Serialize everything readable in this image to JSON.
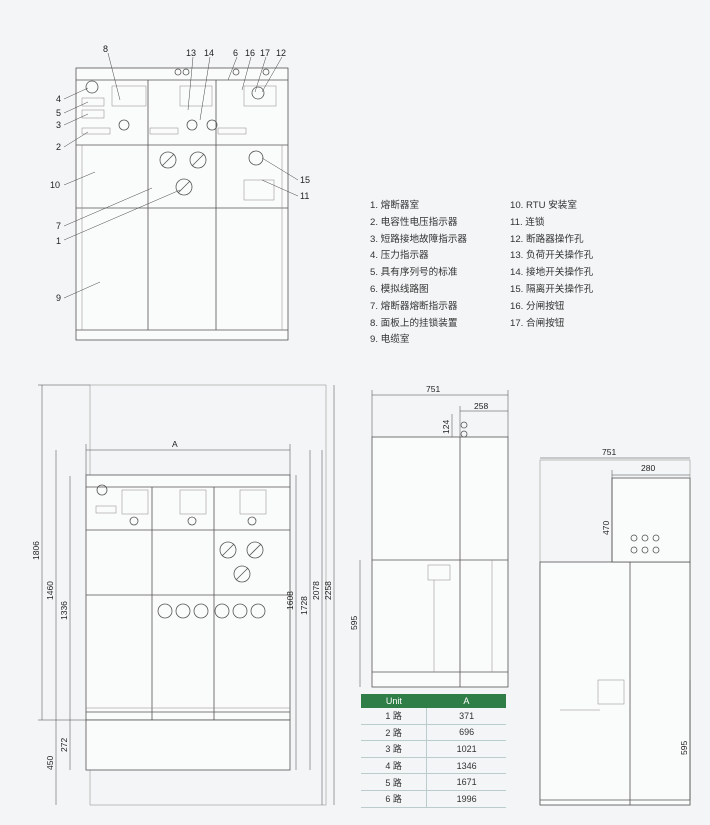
{
  "callouts": {
    "c1": "1",
    "c2": "2",
    "c3": "3",
    "c4": "4",
    "c5": "5",
    "c6": "6",
    "c7": "7",
    "c8": "8",
    "c9": "9",
    "c10": "10",
    "c11": "11",
    "c12": "12",
    "c13": "13",
    "c14": "14",
    "c15": "15",
    "c16": "16",
    "c17": "17"
  },
  "legend": {
    "left": [
      "1. 熔断器室",
      "2. 电容性电压指示器",
      "3. 短路接地故障指示器",
      "4. 压力指示器",
      "5. 具有序列号的标准",
      "6. 模拟线路图",
      "7. 熔断器熔断指示器",
      "8. 面板上的挂锁装置",
      "9. 电缆室"
    ],
    "right": [
      "10. RTU 安装室",
      "11. 连锁",
      "12. 断路器操作孔",
      "13. 负荷开关操作孔",
      "14. 接地开关操作孔",
      "15. 隔离开关操作孔",
      "16. 分闸按钮",
      "17. 合闸按钮"
    ]
  },
  "front_dims": {
    "width_label": "A",
    "d1806": "1806",
    "d1460": "1460",
    "d1336": "1336",
    "d450": "450",
    "d272": "272",
    "d1608": "1608",
    "d1728": "1728",
    "d2078": "2078",
    "d2258": "2258"
  },
  "side1_dims": {
    "d751": "751",
    "d258": "258",
    "d124": "124",
    "d595": "595"
  },
  "side2_dims": {
    "d751": "751",
    "d280": "280",
    "d470": "470",
    "d595": "595"
  },
  "table": {
    "headers": [
      "Unit",
      "A"
    ],
    "rows": [
      [
        "1 路",
        "371"
      ],
      [
        "2 路",
        "696"
      ],
      [
        "3 路",
        "1021"
      ],
      [
        "4 路",
        "1346"
      ],
      [
        "5 路",
        "1671"
      ],
      [
        "6 路",
        "1996"
      ]
    ]
  }
}
